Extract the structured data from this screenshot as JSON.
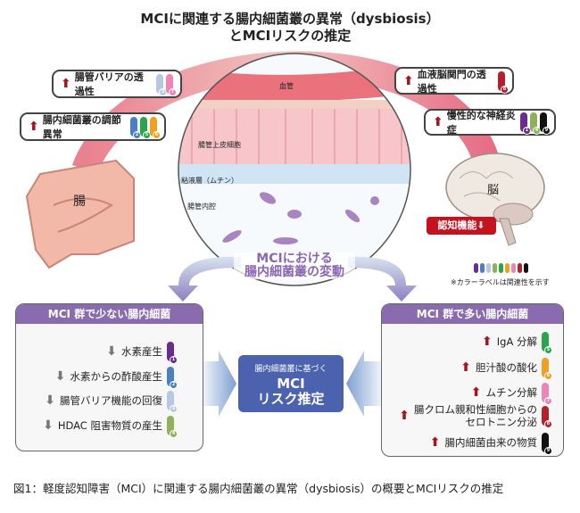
{
  "title": {
    "line1": "MCIに関連する腸内細菌叢の異常（dysbiosis）",
    "line2": "とMCIリスクの推定"
  },
  "colors": {
    "1": "#6a2c8f",
    "2": "#4a7fc0",
    "3": "#b7c9e2",
    "4": "#8fb15a",
    "5": "#2aa64a",
    "6": "#f0a020",
    "7": "#ef85b5",
    "8": "#b5202e",
    "9": "#111111"
  },
  "callouts": [
    {
      "label": "腸管バリアの透過性",
      "tags": [
        "3",
        "7"
      ]
    },
    {
      "label": "腸内細菌叢の調節異常",
      "tags": [
        "2",
        "5",
        "6"
      ]
    },
    {
      "label": "血液脳関門の透過性",
      "tags": [
        "8"
      ]
    },
    {
      "label": "慢性的な神経炎症",
      "tags": [
        "1",
        "4",
        "9"
      ]
    }
  ],
  "illustration": {
    "vessel": "血管",
    "epithelium": "腸管上皮細胞",
    "mucus": "粘液層（ムチン）",
    "lumen": "腸管内腔",
    "gut": "腸",
    "brain": "脳",
    "cognition": "認知機能",
    "cognition_arrow": "⬇",
    "center_line1": "MCIにおける",
    "center_line2": "腸内細菌叢の変動"
  },
  "legend": {
    "note": "※カラーラベルは関連性を示す",
    "tags": [
      "1",
      "2",
      "3",
      "4",
      "5",
      "6",
      "7",
      "8",
      "9"
    ]
  },
  "left_panel": {
    "header": "MCI 群で少ない腸内細菌",
    "items": [
      {
        "label": "水素産生",
        "tag": "1"
      },
      {
        "label": "水素からの酢酸産生",
        "tag": "2"
      },
      {
        "label": "腸管バリア機能の回復",
        "tag": "3"
      },
      {
        "label": "HDAC 阻害物質の産生",
        "tag": "4"
      }
    ]
  },
  "right_panel": {
    "header": "MCI 群で多い腸内細菌",
    "items": [
      {
        "label": "IgA 分解",
        "tag": "5"
      },
      {
        "label": "胆汁酸の酸化",
        "tag": "6"
      },
      {
        "label": "ムチン分解",
        "tag": "7"
      },
      {
        "label": "腸クロム親和性細胞からの\nセロトニン分泌",
        "tag": "8"
      },
      {
        "label": "腸内細菌由来の物質",
        "tag": "9"
      }
    ]
  },
  "center_box": {
    "sub": "腸内細菌叢に基づく",
    "main1": "MCI",
    "main2": "リスク推定"
  },
  "arrows": {
    "up": "⬆",
    "down": "⬇"
  },
  "caption": "図1：軽度認知障害（MCI）に関連する腸内細菌叢の異常（dysbiosis）の概要とMCIリスクの推定"
}
